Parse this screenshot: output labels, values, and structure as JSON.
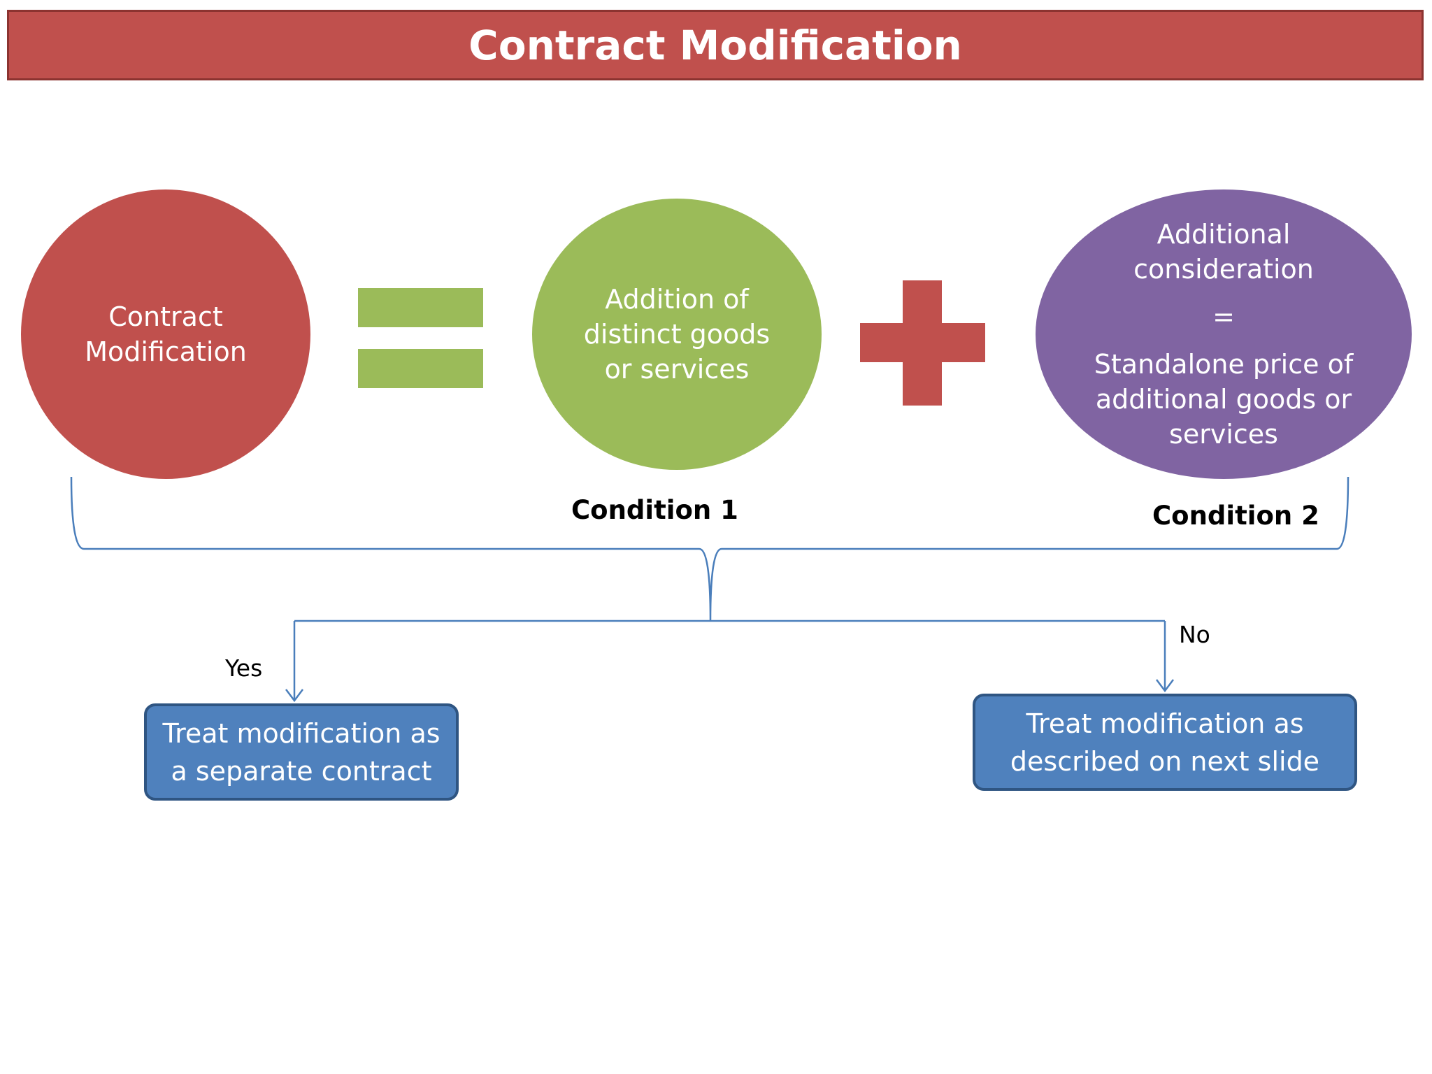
{
  "title": "Contract Modification",
  "left_circle": {
    "line1": "Contract",
    "line2": "Modification"
  },
  "middle_circle": {
    "line1": "Addition of",
    "line2": "distinct goods",
    "line3": "or services"
  },
  "right_ellipse": {
    "line1": "Additional",
    "line2": "consideration",
    "equals": "=",
    "line3": "Standalone price of",
    "line4": "additional goods or",
    "line5": "services"
  },
  "condition1": "Condition 1",
  "condition2": "Condition 2",
  "yes_label": "Yes",
  "no_label": "No",
  "yes_box": {
    "line1": "Treat modification as",
    "line2": "a separate contract"
  },
  "no_box": {
    "line1": "Treat modification as",
    "line2": "described on next slide"
  },
  "colors": {
    "title_bar": "#c0504d",
    "red": "#c0504d",
    "green": "#9bbb59",
    "purple": "#8064a2",
    "blue_box": "#4f81bd",
    "connector": "#4a7ebb"
  }
}
